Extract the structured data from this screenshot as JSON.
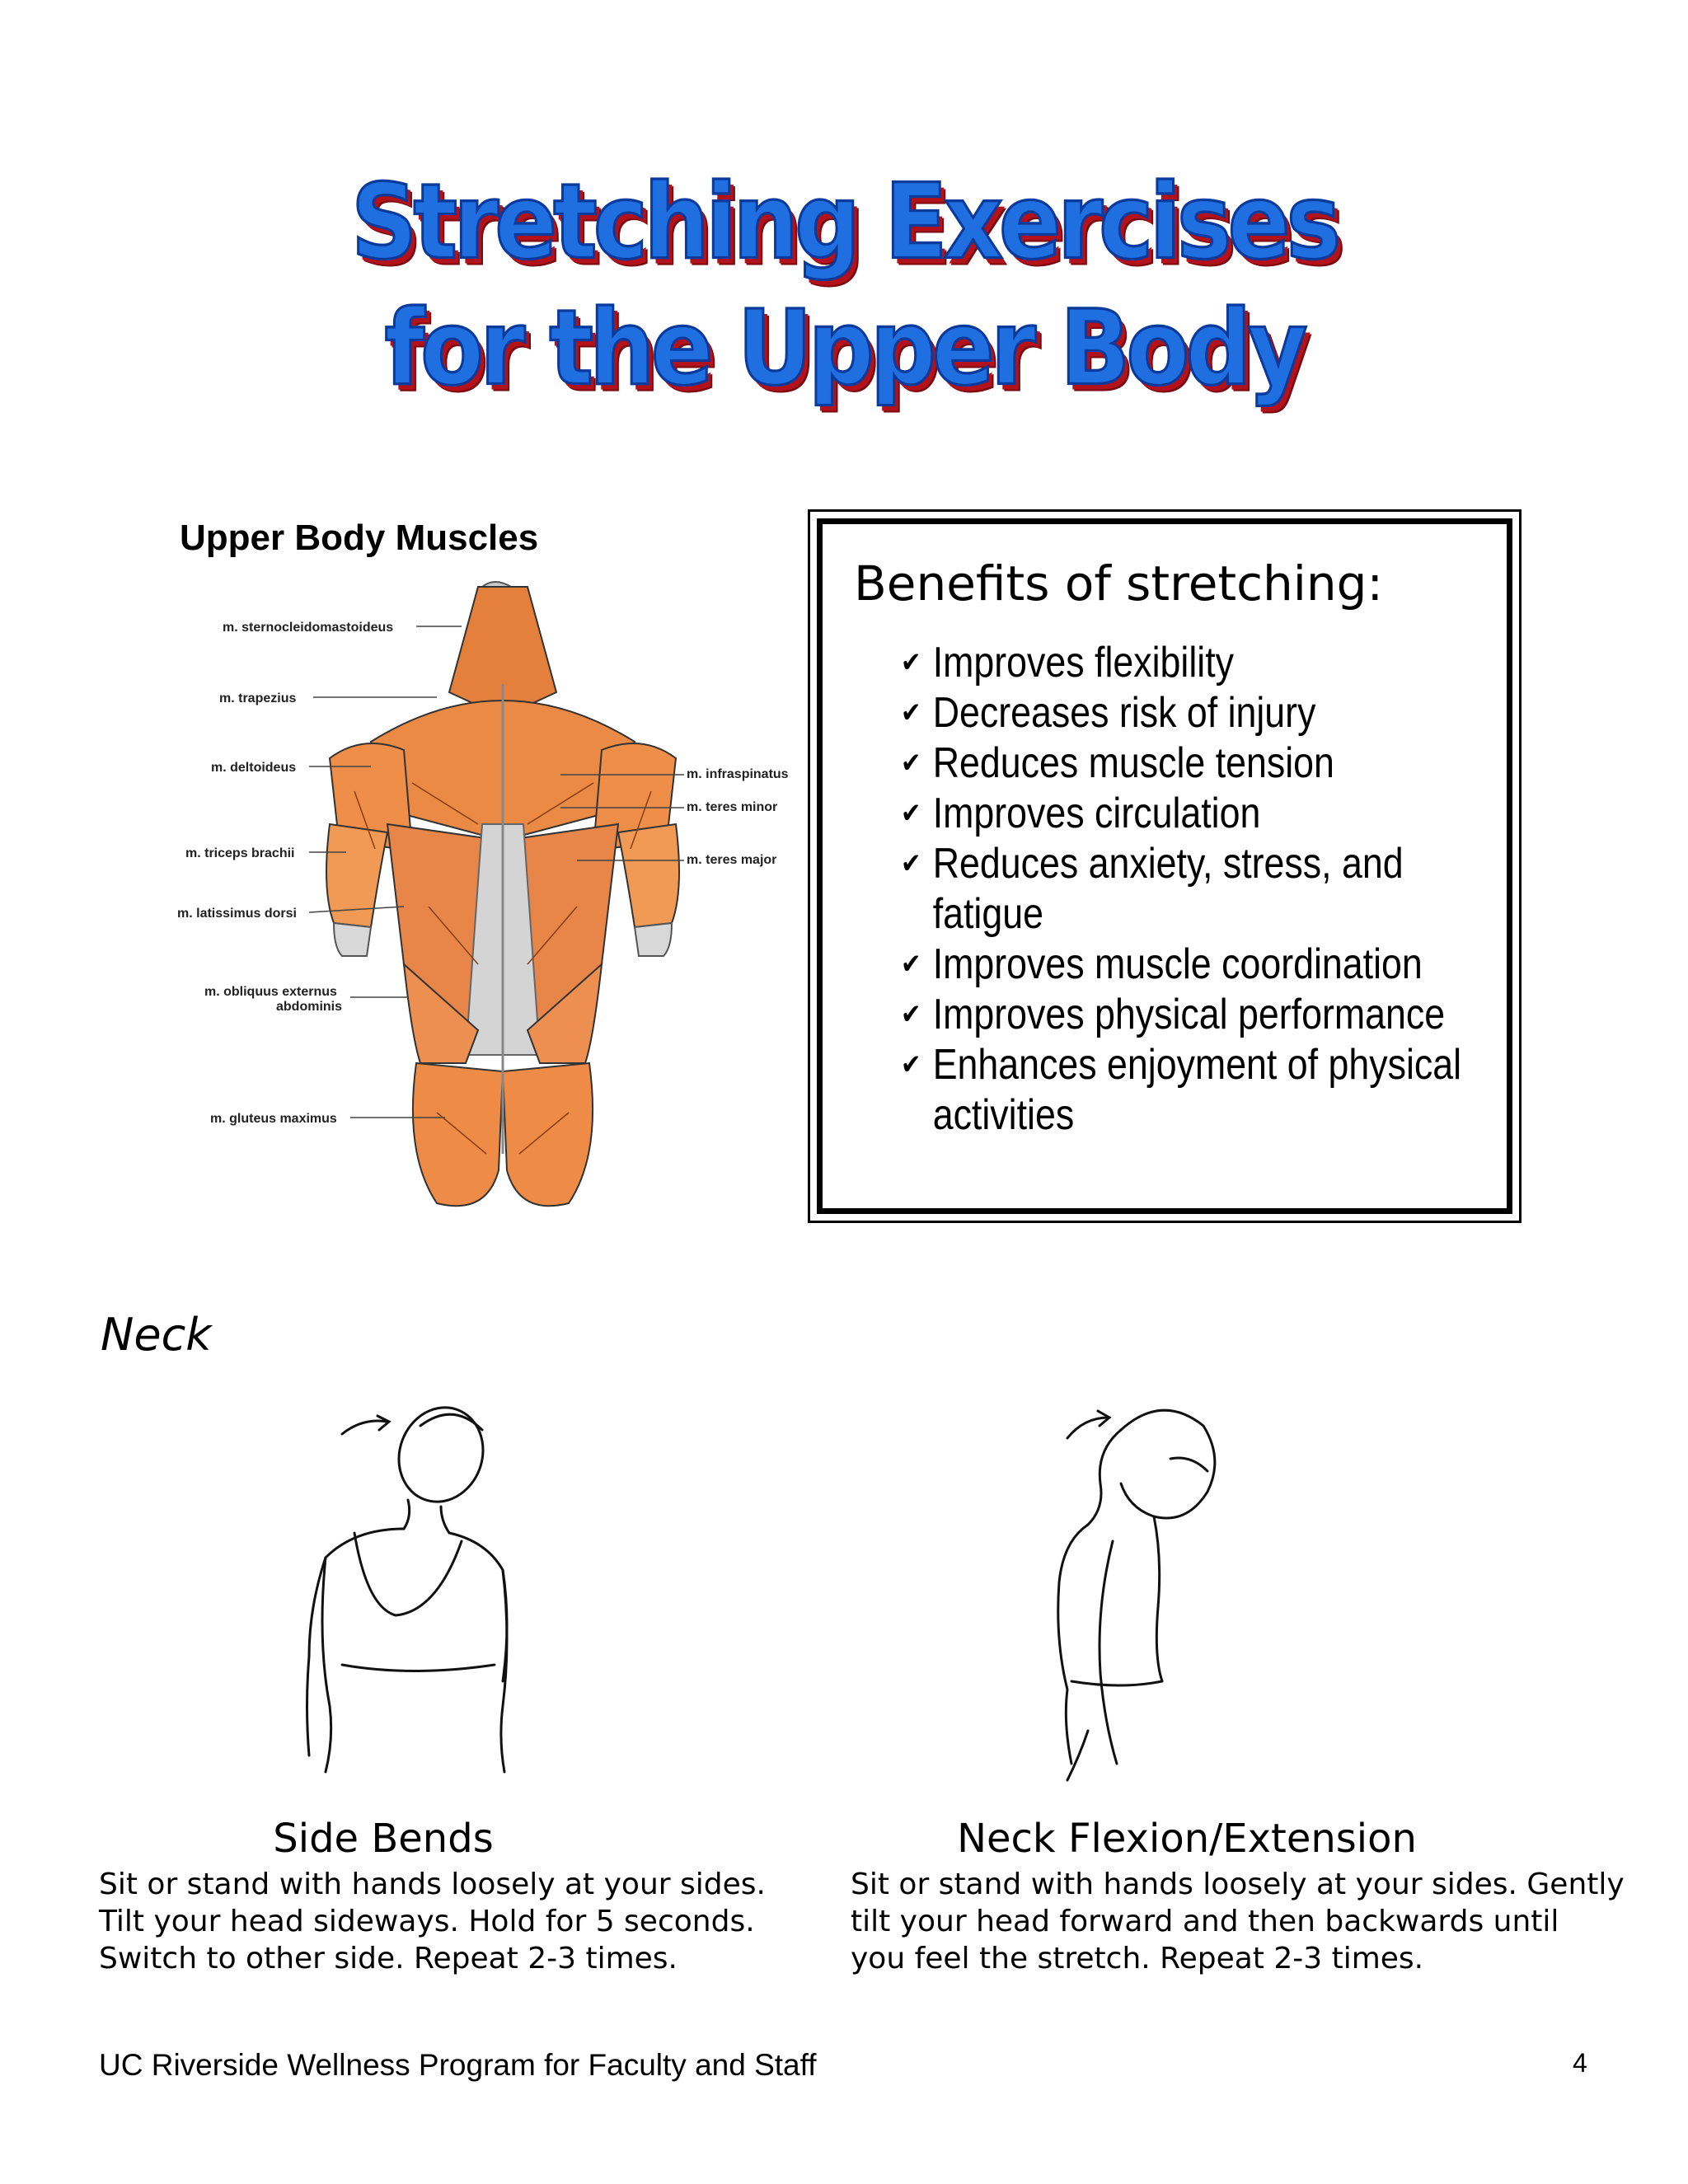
{
  "title": {
    "line1": "Stretching Exercises",
    "line2": "for the Upper Body"
  },
  "muscles": {
    "heading": "Upper Body Muscles",
    "labels_left": [
      "m. sternocleidomastoideus",
      "m. trapezius",
      "m. deltoideus",
      "m. triceps brachii",
      "m. latissimus dorsi",
      "m. obliquus externus",
      "abdominis",
      "m. gluteus maximus"
    ],
    "labels_right": [
      "m. infraspinatus",
      "m. teres minor",
      "m. teres major"
    ]
  },
  "benefits": {
    "title": "Benefits of stretching:",
    "check_icon": "✔",
    "items": [
      "Improves flexibility",
      "Decreases risk of injury",
      "Reduces muscle tension",
      "Improves circulation",
      "Reduces anxiety, stress, and",
      "fatigue",
      "Improves muscle coordination",
      "Improves physical performance",
      "Enhances enjoyment of physical",
      "activities"
    ]
  },
  "section": "Neck",
  "exercises": [
    {
      "name": "Side Bends",
      "lines": [
        "Sit or stand with hands loosely at your sides.",
        "Tilt your head sideways. Hold for 5 seconds.",
        "Switch to other side. Repeat 2-3 times."
      ]
    },
    {
      "name": "Neck Flexion/Extension",
      "lines": [
        "Sit or stand with hands loosely at your sides. Gently",
        "tilt your head forward and then backwards until",
        "you feel the stretch. Repeat 2-3 times."
      ]
    }
  ],
  "footer": {
    "text": "UC Riverside Wellness Program for Faculty and Staff",
    "page": "4"
  }
}
